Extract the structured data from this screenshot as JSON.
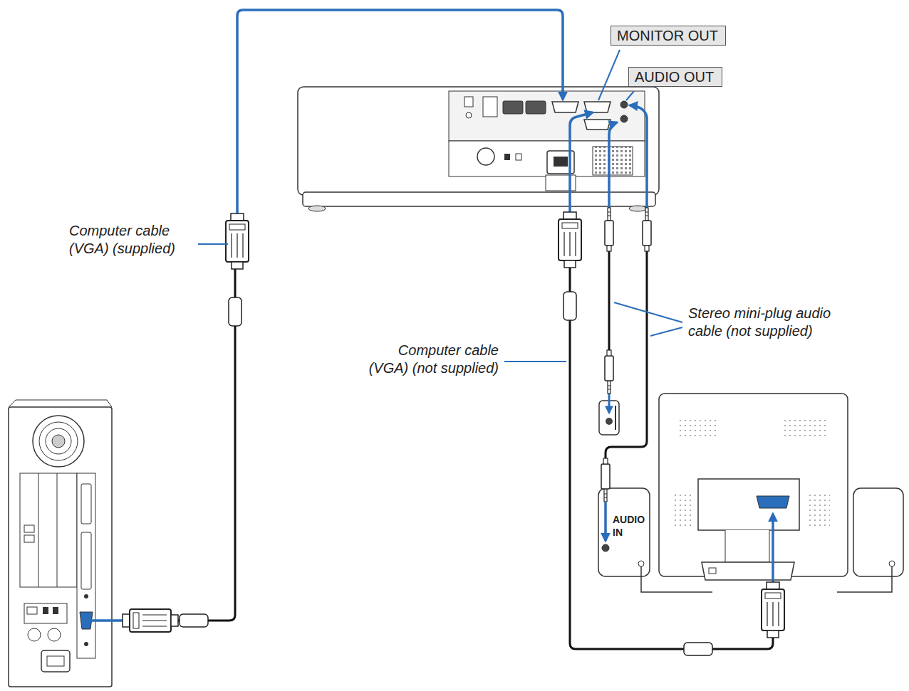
{
  "diagram": {
    "nodes": [
      {
        "text": [
          "MONITOR OUT"
        ]
      },
      {
        "text": [
          "AUDIO OUT"
        ]
      }
    ],
    "labels": [
      "Computer cable (VGA) (supplied)",
      "Stereo mini-plug audio cable (not supplied)",
      "Computer cable (VGA) (not supplied)",
      "AUDIO IN"
    ]
  }
}
